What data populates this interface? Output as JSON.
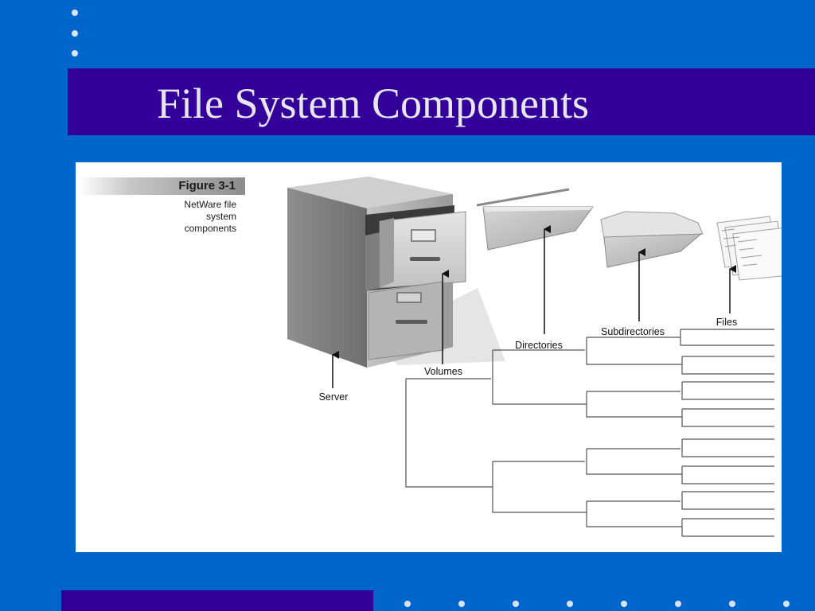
{
  "slide": {
    "title": "File System Components",
    "colors": {
      "background": "#0066CC",
      "title_bar": "#330099",
      "panel": "#FFFFFF",
      "title_text": "#E6E6EE"
    }
  },
  "figure": {
    "label": "Figure 3-1",
    "caption": [
      "NetWare file",
      "system",
      "components"
    ],
    "labels": {
      "server": "Server",
      "volumes": "Volumes",
      "directories": "Directories",
      "subdirectories": "Subdirectories",
      "files": "Files"
    },
    "icons": [
      "file-cabinet-icon",
      "hanging-folder-icon",
      "folder-icon",
      "file-pages-icon"
    ]
  }
}
